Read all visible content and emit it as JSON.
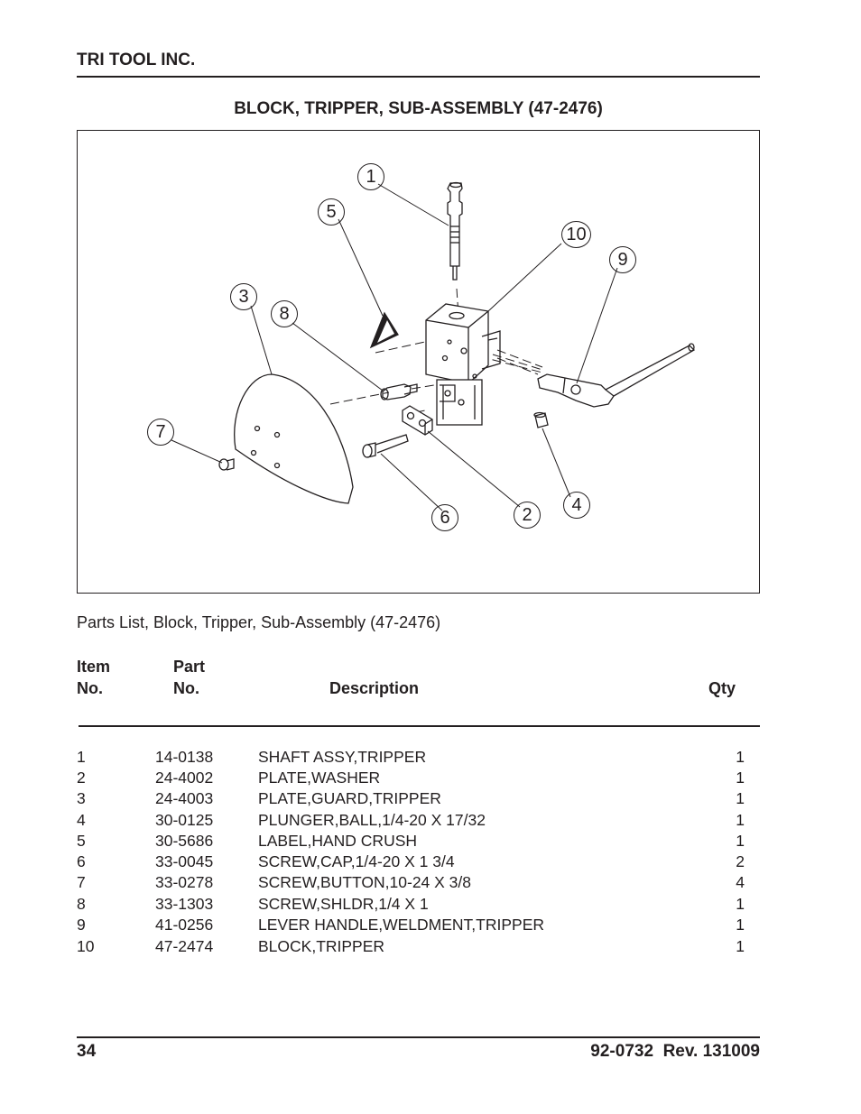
{
  "header": {
    "company": "TRI TOOL INC."
  },
  "title": "BLOCK, TRIPPER, SUB-ASSEMBLY (47-2476)",
  "figure": {
    "callouts": [
      "1",
      "2",
      "3",
      "4",
      "5",
      "6",
      "7",
      "8",
      "9",
      "10"
    ]
  },
  "parts_list": {
    "caption": "Parts List, Block, Tripper, Sub-Assembly (47-2476)",
    "headers": {
      "item_line1": "Item",
      "item_line2": "No.",
      "part_line1": "Part",
      "part_line2": "No.",
      "description": "Description",
      "qty": "Qty"
    },
    "rows": [
      {
        "item": "1",
        "part": "14-0138",
        "description": "SHAFT ASSY,TRIPPER",
        "qty": "1"
      },
      {
        "item": "2",
        "part": "24-4002",
        "description": "PLATE,WASHER",
        "qty": "1"
      },
      {
        "item": "3",
        "part": "24-4003",
        "description": "PLATE,GUARD,TRIPPER",
        "qty": "1"
      },
      {
        "item": "4",
        "part": "30-0125",
        "description": "PLUNGER,BALL,1/4-20 X 17/32",
        "qty": "1"
      },
      {
        "item": "5",
        "part": "30-5686",
        "description": "LABEL,HAND CRUSH",
        "qty": "1"
      },
      {
        "item": "6",
        "part": "33-0045",
        "description": "SCREW,CAP,1/4-20 X 1 3/4",
        "qty": "2"
      },
      {
        "item": "7",
        "part": "33-0278",
        "description": "SCREW,BUTTON,10-24 X 3/8",
        "qty": "4"
      },
      {
        "item": "8",
        "part": "33-1303",
        "description": "SCREW,SHLDR,1/4 X 1",
        "qty": "1"
      },
      {
        "item": "9",
        "part": "41-0256",
        "description": "LEVER HANDLE,WELDMENT,TRIPPER",
        "qty": "1"
      },
      {
        "item": "10",
        "part": "47-2474",
        "description": "BLOCK,TRIPPER",
        "qty": "1"
      }
    ]
  },
  "footer": {
    "page_number": "34",
    "doc_ref": "92-0732  Rev. 131009"
  }
}
